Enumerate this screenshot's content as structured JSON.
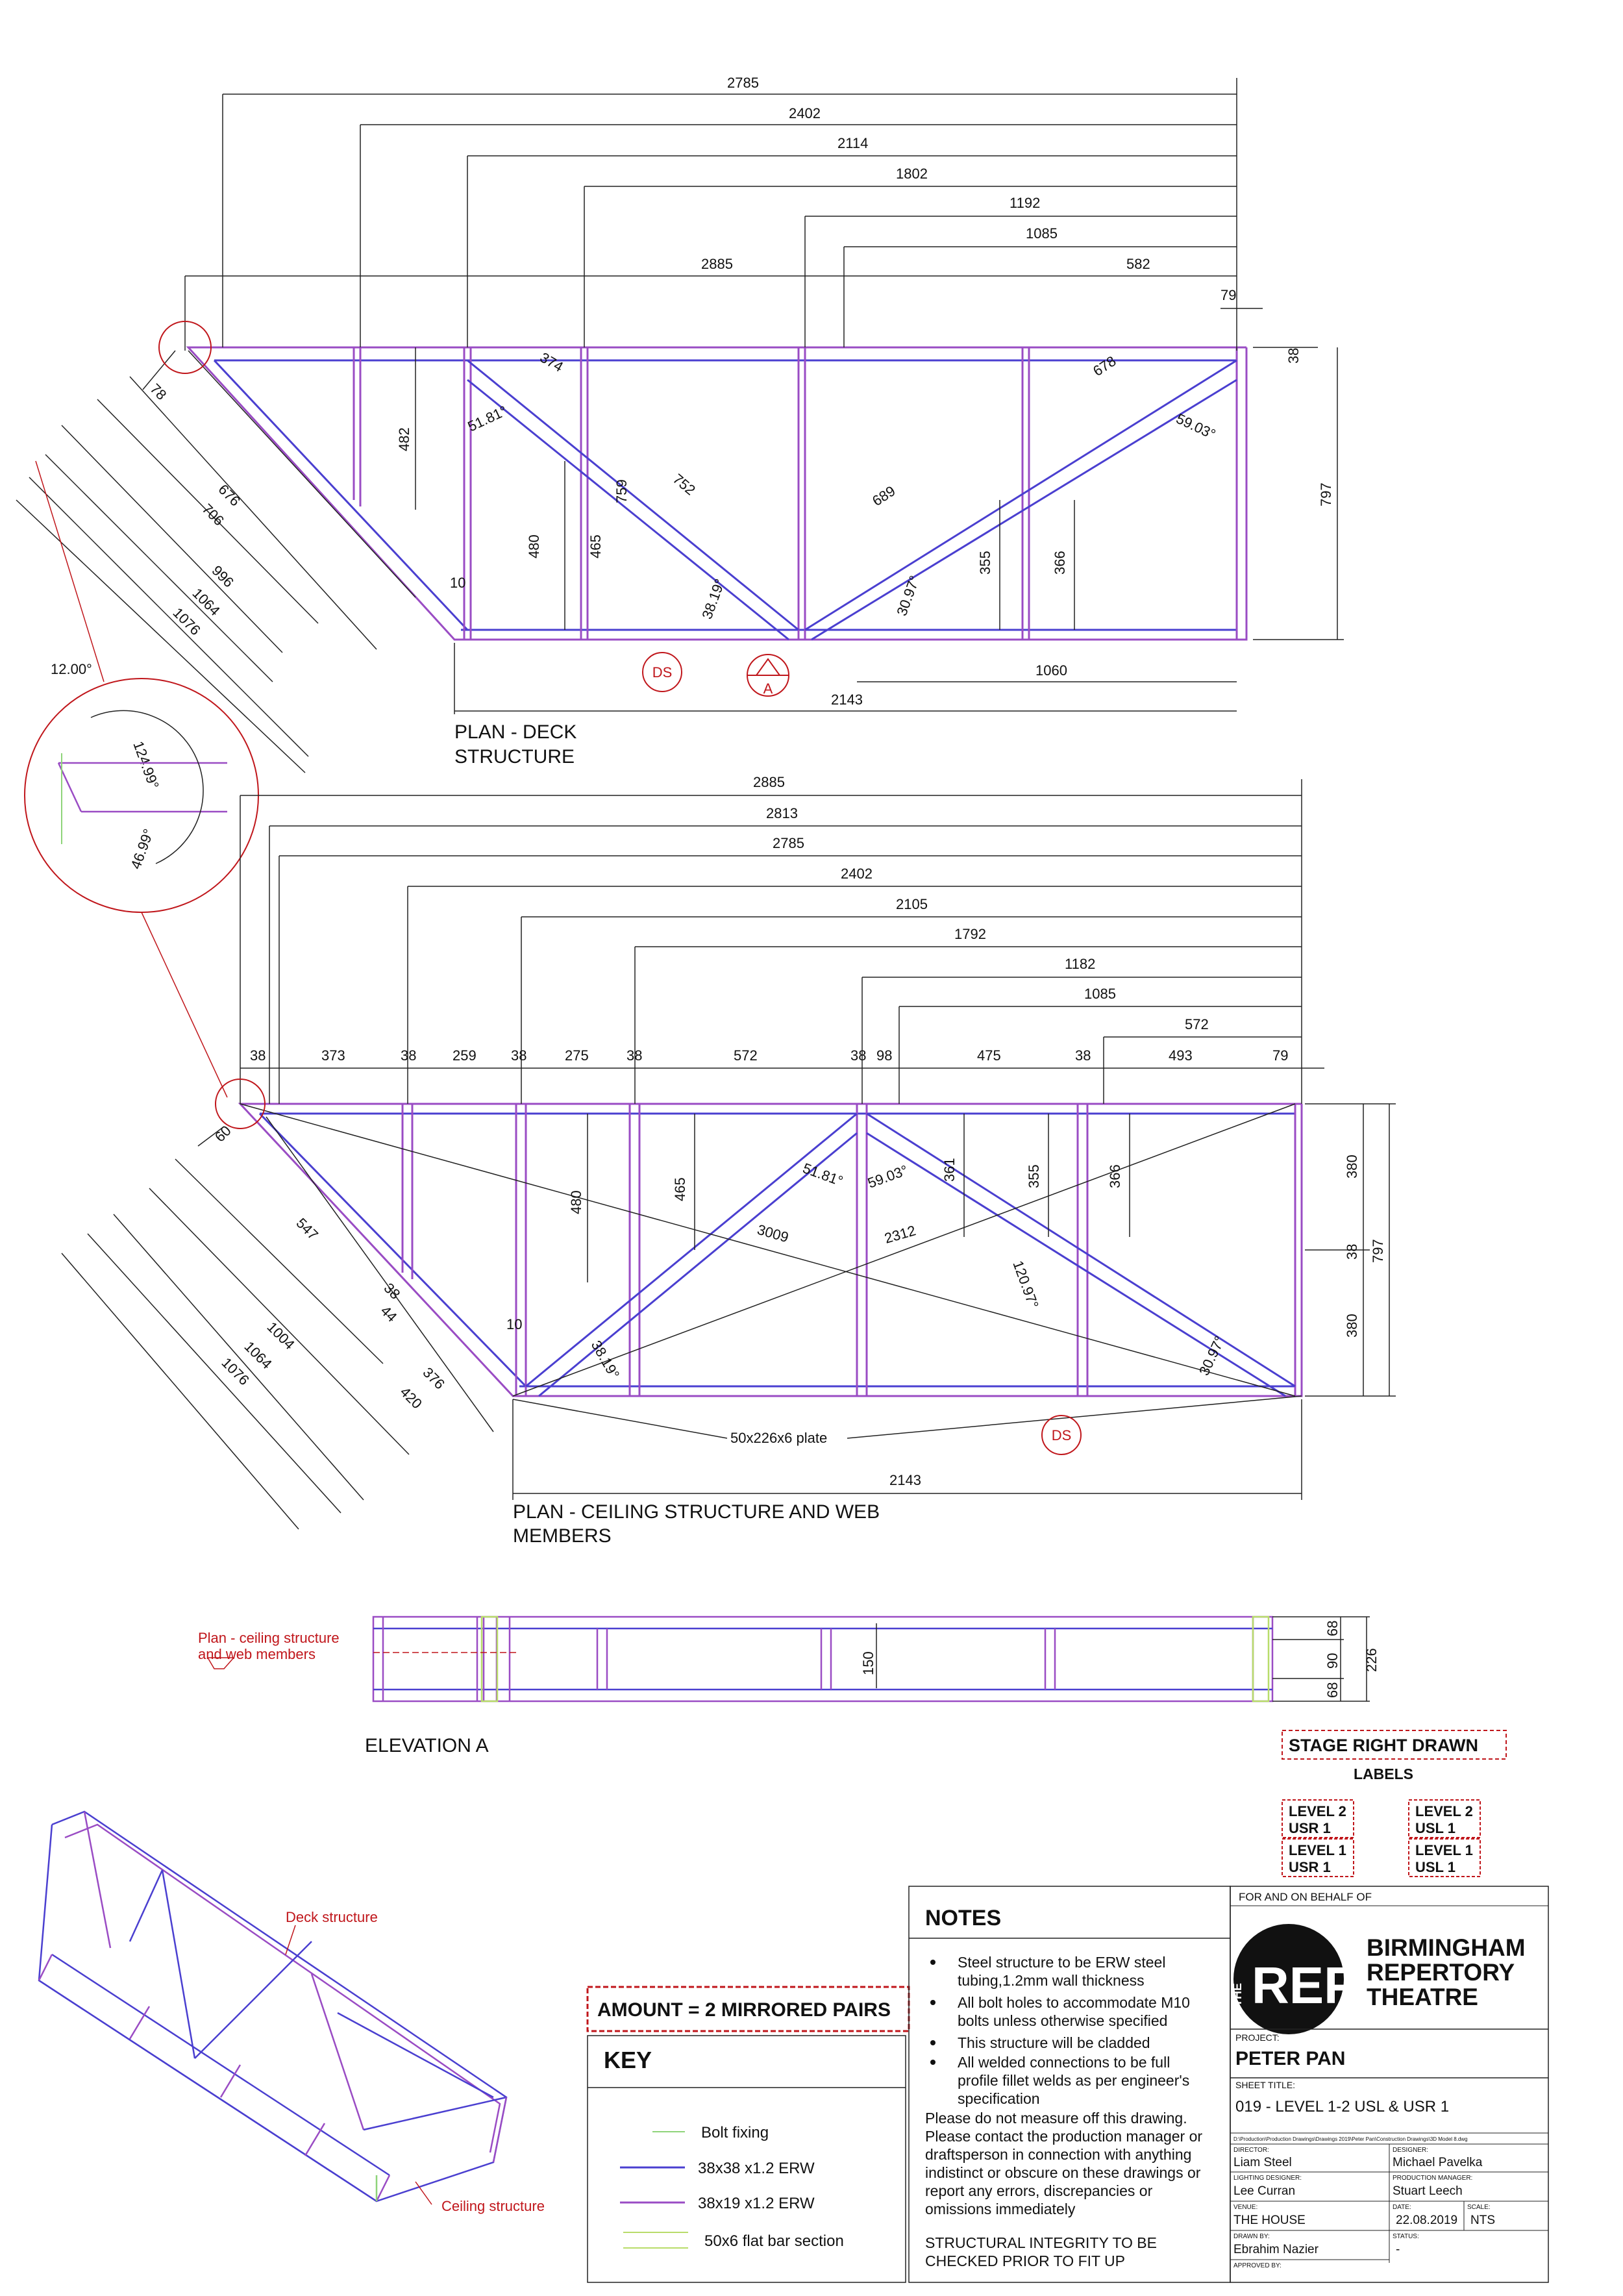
{
  "plan_deck": {
    "title_line1": "PLAN - DECK",
    "title_line2": "STRUCTURE",
    "dims": [
      "2785",
      "2402",
      "2114",
      "1802",
      "1192",
      "1085",
      "2885",
      "582",
      "79",
      "38",
      "797",
      "482",
      "374",
      "51.81°",
      "759",
      "480",
      "465",
      "752",
      "38.19°",
      "10",
      "689",
      "678",
      "59.03°",
      "30.97°",
      "355",
      "366",
      "1060",
      "2143",
      "78",
      "676",
      "706",
      "996",
      "1064",
      "1076",
      "12.00°",
      "124.99°",
      "46.99°"
    ],
    "markers": {
      "ds": "DS",
      "section": "A"
    }
  },
  "plan_ceiling": {
    "title_line1": "PLAN - CEILING STRUCTURE AND WEB",
    "title_line2": "MEMBERS",
    "top_dims": [
      "2885",
      "2813",
      "2785",
      "2402",
      "2105",
      "1792",
      "1182",
      "1085",
      "572"
    ],
    "segment_dims": [
      "38",
      "373",
      "38",
      "259",
      "38",
      "275",
      "38",
      "572",
      "38",
      "98",
      "475",
      "38",
      "493",
      "79"
    ],
    "inner_dims": [
      "480",
      "465",
      "51.81°",
      "59.03°",
      "361",
      "355",
      "366",
      "3009",
      "2312",
      "120.97°",
      "38.19°",
      "30.97°",
      "10",
      "380",
      "38",
      "380",
      "797",
      "60",
      "547",
      "38",
      "44",
      "1004",
      "1064",
      "1076",
      "376",
      "420",
      "2143"
    ],
    "plate_label": "50x226x6 plate",
    "ds": "DS"
  },
  "elevation": {
    "title": "ELEVATION A",
    "note_line1": "Plan - ceiling structure",
    "note_line2": "and web members",
    "dims": [
      "150",
      "68",
      "90",
      "68",
      "226"
    ]
  },
  "iso": {
    "deck_label": "Deck structure",
    "ceiling_label": "Ceiling structure"
  },
  "labels": {
    "stage_right": "STAGE RIGHT DRAWN",
    "labels_heading": "LABELS",
    "tags": [
      [
        "LEVEL 2",
        "USR 1"
      ],
      [
        "LEVEL 2",
        "USL 1"
      ],
      [
        "LEVEL 1",
        "USR 1"
      ],
      [
        "LEVEL 1",
        "USL 1"
      ]
    ]
  },
  "amount": "AMOUNT  = 2 MIRRORED PAIRS",
  "key": {
    "title": "KEY",
    "items": [
      {
        "label": "Bolt fixing",
        "color": "#8fd47a"
      },
      {
        "label": "38x38 x1.2 ERW",
        "color": "#4a3fd0"
      },
      {
        "label": "38x19 x1.2 ERW",
        "color": "#9a4cc4"
      },
      {
        "label": "50x6 flat bar section",
        "color": "#b8dc6a"
      }
    ]
  },
  "notes": {
    "title": "NOTES",
    "bullets": [
      [
        "Steel structure to be ERW steel",
        "tubing,1.2mm wall thickness"
      ],
      [
        "All bolt holes to accommodate M10",
        "bolts unless otherwise specified"
      ],
      [
        "This structure will be cladded"
      ],
      [
        "All welded connections to be full",
        "profile fillet welds as per engineer's",
        "specification"
      ]
    ],
    "para": [
      "Please do not measure off this drawing.",
      "Please contact the production manager or",
      "draftsperson in connection with anything",
      "indistinct or obscure on these drawings or",
      "report any errors, discrepancies or",
      "omissions immediately"
    ],
    "integrity": [
      "STRUCTURAL INTEGRITY TO BE",
      "CHECKED PRIOR TO FIT UP"
    ]
  },
  "titleblock": {
    "behalf": "FOR AND ON BEHALF OF",
    "logo_the": "THE",
    "logo_rep": "REP",
    "org": [
      "BIRMINGHAM",
      "REPERTORY",
      "THEATRE"
    ],
    "project_label": "PROJECT:",
    "project": "PETER PAN",
    "sheet_label": "SHEET TITLE:",
    "sheet": "019 - LEVEL 1-2 USL & USR 1",
    "path": "D:\\Production\\Production Drawings\\Drawings 2019\\Peter Pan\\Construction Drawings\\3D Model 8.dwg",
    "director_label": "DIRECTOR:",
    "director": "Liam Steel",
    "designer_label": "DESIGNER:",
    "designer": "Michael Pavelka",
    "lighting_label": "LIGHTING DESIGNER:",
    "lighting": "Lee Curran",
    "pm_label": "PRODUCTION MANAGER:",
    "pm": "Stuart Leech",
    "venue_label": "VENUE:",
    "venue": "THE HOUSE",
    "date_label": "DATE:",
    "date": "22.08.2019",
    "scale_label": "SCALE:",
    "scale": "NTS",
    "drawn_label": "DRAWN BY:",
    "drawn": "Ebrahim Nazier",
    "status_label": "STATUS:",
    "status": "-",
    "approved_label": "APPROVED BY:"
  },
  "colors": {
    "steel_main": "#4a3fd0",
    "steel_light": "#9a4cc4",
    "bolt": "#8fd47a",
    "flat_bar": "#b8dc6a",
    "red": "#c0161b"
  }
}
